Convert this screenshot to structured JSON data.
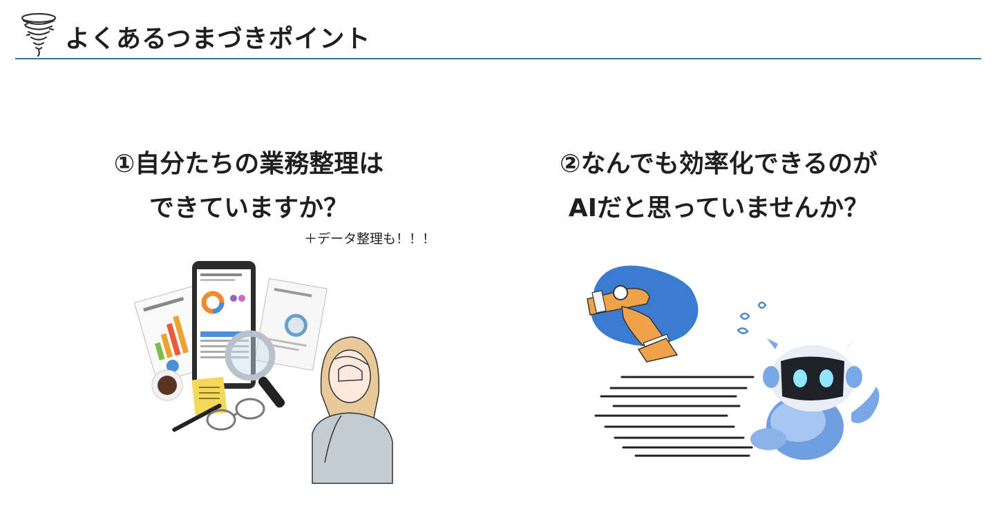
{
  "header": {
    "title": "よくあるつまづきポイント",
    "icon": "tornado-icon",
    "rule_color": "#3d6f95"
  },
  "point1": {
    "line1": "①自分たちの業務整理は",
    "line2": "できていますか？",
    "note": "＋データ整理も！！！"
  },
  "point2": {
    "line1": "②なんでも効率化できるのが",
    "line2": "AIだと思っていませんか？"
  },
  "illustrations": {
    "left": "documents-analysis-with-confused-woman",
    "right": "rushing-robot-with-wristwatch"
  }
}
